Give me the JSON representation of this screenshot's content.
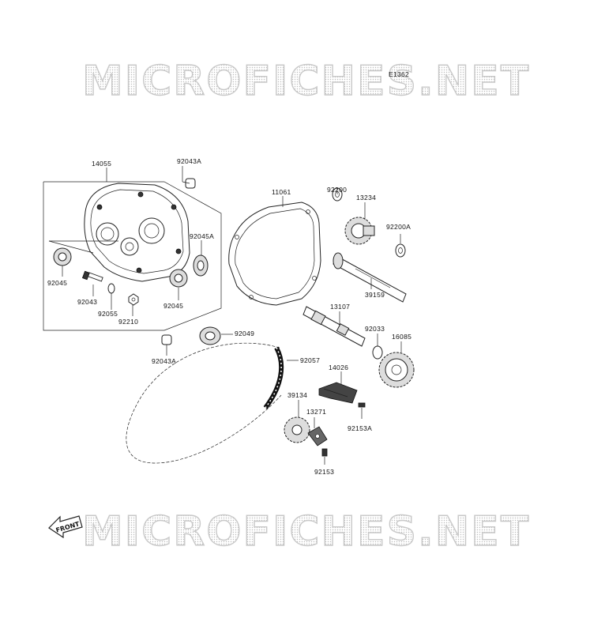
{
  "diagram_code": "E1362",
  "watermark_text": "MICROFICHES.NET",
  "front_arrow_label": "FRONT",
  "parts": {
    "p14055": "14055",
    "p92043A_top": "92043A",
    "p92045A": "92045A",
    "p92045_left": "92045",
    "p92043": "92043",
    "p92055": "92055",
    "p92210": "92210",
    "p92045_right": "92045",
    "p92043A_bottom": "92043A",
    "p92049": "92049",
    "p11061": "11061",
    "p92200": "92200",
    "p13234": "13234",
    "p92200A": "92200A",
    "p39159": "39159",
    "p13107": "13107",
    "p92033": "92033",
    "p16085": "16085",
    "p92057": "92057",
    "p14026": "14026",
    "p39134": "39134",
    "p13271": "13271",
    "p92153A": "92153A",
    "p92153": "92153"
  }
}
